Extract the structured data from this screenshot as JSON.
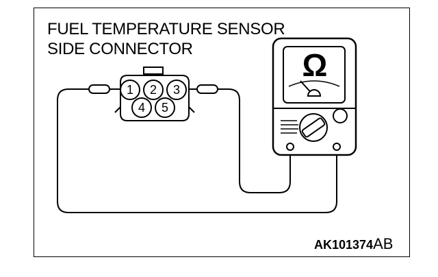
{
  "figure": {
    "title_line1": "FUEL TEMPERATURE SENSOR",
    "title_line2": "SIDE CONNECTOR",
    "reference_code": "AK101374",
    "reference_suffix": "AB"
  },
  "connector": {
    "pins": [
      "1",
      "2",
      "3",
      "4",
      "5"
    ],
    "probe_pins": [
      "1",
      "3"
    ]
  },
  "meter": {
    "symbol": "Ω",
    "icon": "ohmmeter-icon"
  }
}
